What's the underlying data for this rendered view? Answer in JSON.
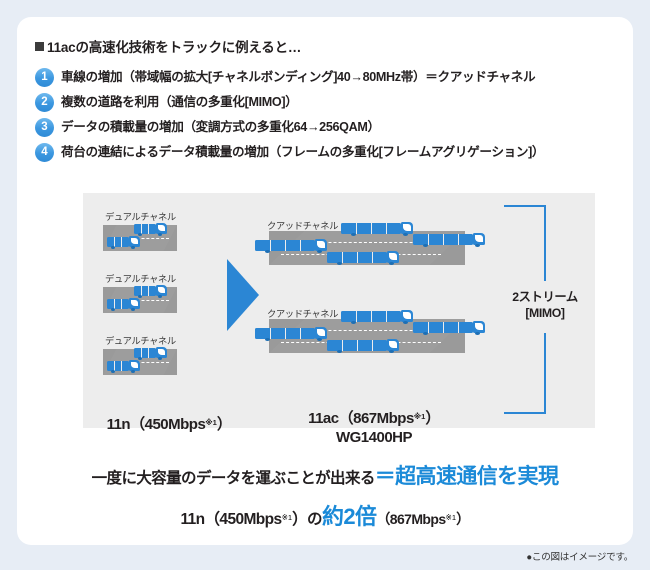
{
  "heading": "11acの高速化技術をトラックに例えると…",
  "bullets": [
    {
      "num": "1",
      "text": "車線の増加（帯域幅の拡大[チャネルボンディング]40→80MHz帯）＝クアッドチャネル"
    },
    {
      "num": "2",
      "text": "複数の道路を利用（通信の多重化[MIMO]）"
    },
    {
      "num": "3",
      "text": "データの積載量の増加（変調方式の多重化64→256QAM）"
    },
    {
      "num": "4",
      "text": "荷台の連結によるデータ積載量の増加（フレームの多重化[フレームアグリゲーション]）"
    }
  ],
  "diagram": {
    "dual_channel_labels": [
      "デュアルチャネル",
      "デュアルチャネル",
      "デュアルチャネル"
    ],
    "quad_channel_labels": [
      "クアッドチャネル",
      "クアッドチャネル"
    ],
    "mimo_label_line1": "2ストリーム",
    "mimo_label_line2": "[MIMO]",
    "left_caption": "11n（450Mbps",
    "left_caption_note": "※1",
    "left_caption_tail": "）",
    "right_caption_line1": "11ac（867Mbps",
    "right_caption_note": "※1",
    "right_caption_tail": "）",
    "right_caption_line2": "WG1400HP",
    "arrow_icon": "right-arrow-icon"
  },
  "summary": {
    "line1_plain": "一度に大容量のデータを運ぶことが出来る",
    "line1_highlight": "＝超高速通信を実現",
    "line2_prefix": "11n（450Mbps",
    "line2_note": "※1",
    "line2_mid": "）の",
    "line2_highlight": "約2倍",
    "line2_suffix_open": "（867Mbps",
    "line2_note2": "※1",
    "line2_suffix_close": "）"
  },
  "footnote": "●この図はイメージです。",
  "colors": {
    "page_background": "#e7edf5",
    "card_background": "#ffffff",
    "panel_background": "#ededed",
    "accent_blue": "#2b86d4",
    "highlight_blue": "#1b8ad8",
    "road_gray": "#9d9d9d",
    "text_dark": "#231f20"
  }
}
